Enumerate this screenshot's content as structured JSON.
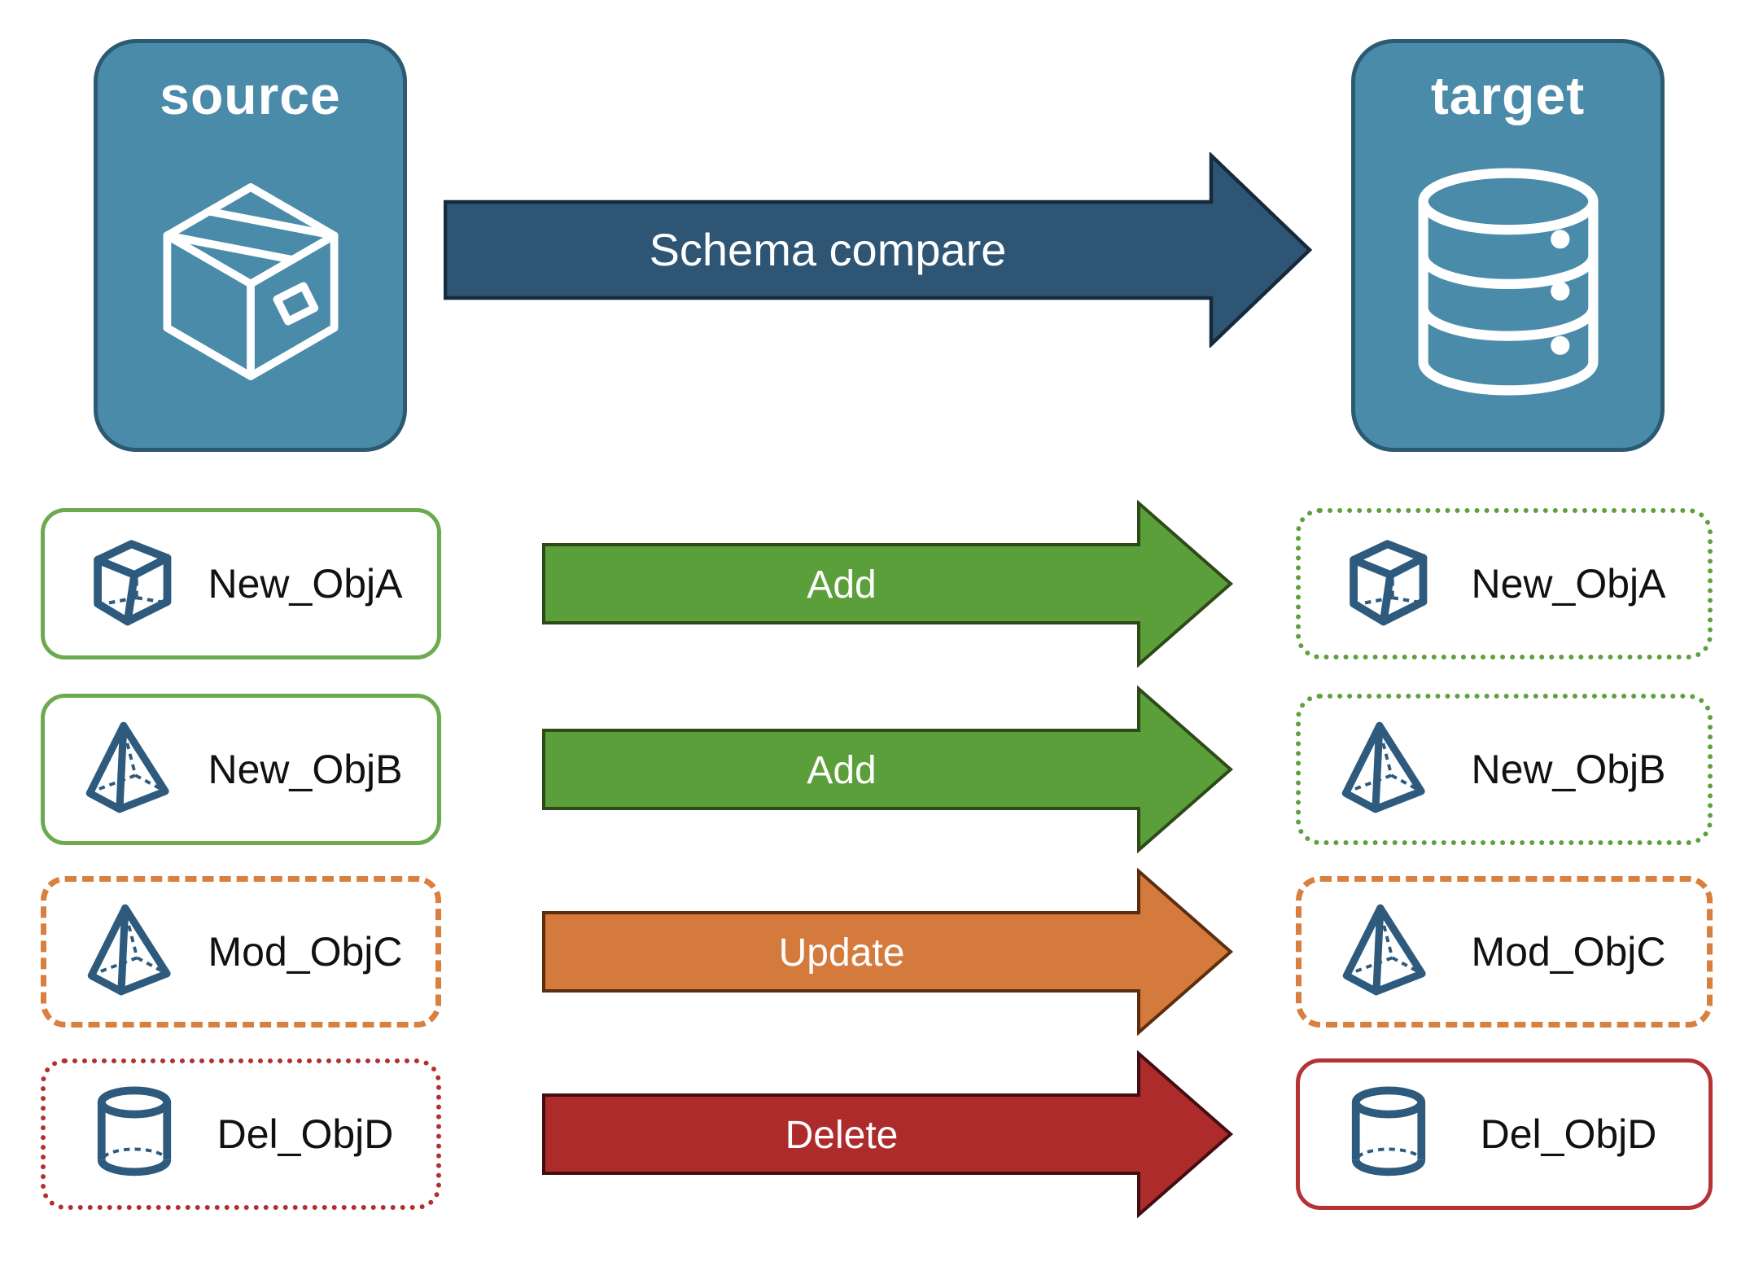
{
  "header": {
    "source": {
      "label": "source",
      "icon": "package-box-icon"
    },
    "target": {
      "label": "target",
      "icon": "database-icon"
    },
    "arrow": {
      "label": "Schema compare"
    }
  },
  "rows": [
    {
      "object": "New_ObjA",
      "action": "Add",
      "icon": "cube-icon",
      "source_box_border": "solid-green",
      "target_box_border": "dotted-green"
    },
    {
      "object": "New_ObjB",
      "action": "Add",
      "icon": "pyramid-icon",
      "source_box_border": "solid-green",
      "target_box_border": "dotted-green"
    },
    {
      "object": "Mod_ObjC",
      "action": "Update",
      "icon": "pyramid-icon",
      "source_box_border": "dashed-orange",
      "target_box_border": "dashed-orange"
    },
    {
      "object": "Del_ObjD",
      "action": "Delete",
      "icon": "cylinder-icon",
      "source_box_border": "dotted-red",
      "target_box_border": "solid-red"
    }
  ],
  "colors": {
    "block_fill": "#4A8BAA",
    "block_border": "#2B5A72",
    "main_arrow_fill": "#2E5574",
    "main_arrow_border": "#152A3D",
    "add_arrow_fill": "#5B9F3A",
    "update_arrow_fill": "#D47A3C",
    "delete_arrow_fill": "#AD2B2B",
    "solid_green_border": "#6BAA4F",
    "dotted_green_border": "#5EA03F",
    "dashed_orange_border": "#D97F3F",
    "red_border": "#B23030",
    "object_icon_color": "#2E5B7D",
    "label_text": "#111111",
    "arrow_text": "#FFFFFF"
  }
}
